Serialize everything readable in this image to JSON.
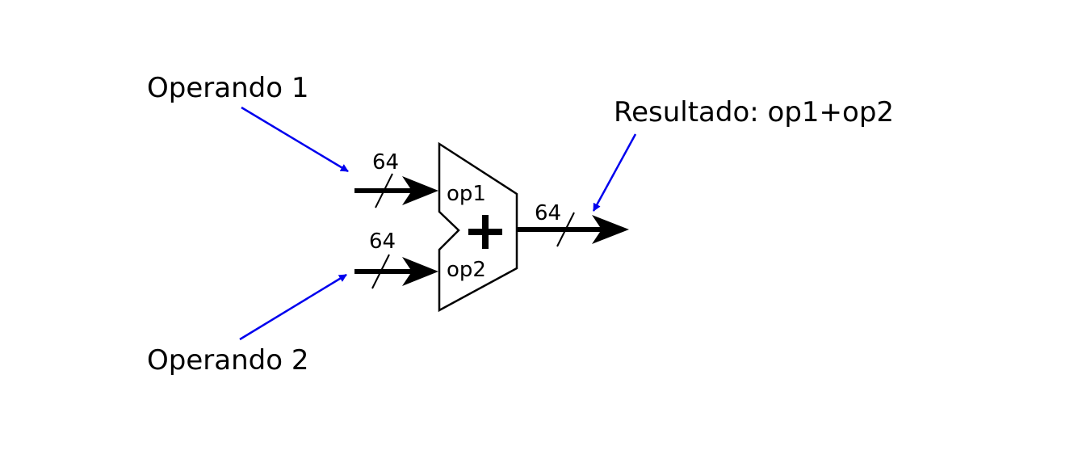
{
  "diagram": {
    "operand1_label": "Operando 1",
    "operand2_label": "Operando 2",
    "result_label": "Resultado: op1+op2",
    "input1_width": "64",
    "input2_width": "64",
    "output_width": "64",
    "port1_label": "op1",
    "port2_label": "op2",
    "operation_symbol": "+"
  },
  "colors": {
    "annotation_arrow": "#0000ee",
    "wire": "#000000",
    "background": "#ffffff"
  }
}
